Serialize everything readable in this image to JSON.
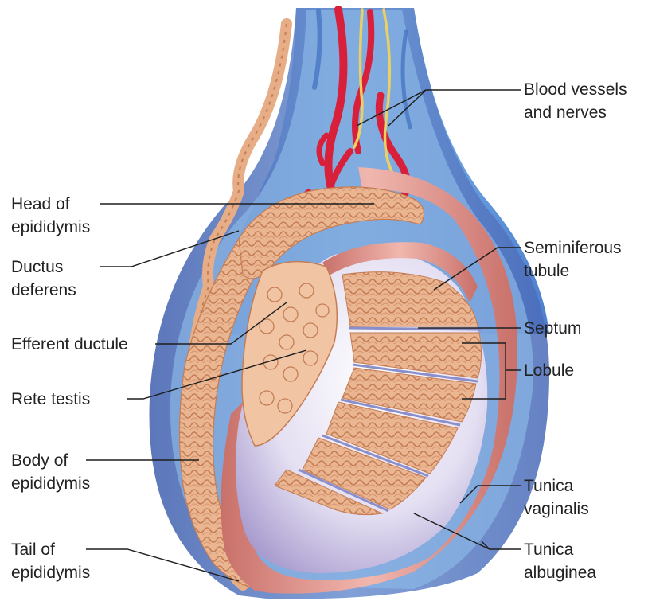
{
  "labels": {
    "blood_vessels": {
      "line1": "Blood vessels",
      "line2": "and nerves"
    },
    "head_epididymis": {
      "line1": "Head of",
      "line2": "epididymis"
    },
    "ductus_deferens": {
      "line1": "Ductus",
      "line2": "deferens"
    },
    "seminiferous_tubule": {
      "line1": "Seminiferous",
      "line2": "tubule"
    },
    "septum": {
      "line1": "Septum"
    },
    "efferent_ductule": {
      "line1": "Efferent ductule"
    },
    "lobule": {
      "line1": "Lobule"
    },
    "rete_testis": {
      "line1": "Rete testis"
    },
    "body_epididymis": {
      "line1": "Body of",
      "line2": "epididymis"
    },
    "tunica_vaginalis": {
      "line1": "Tunica",
      "line2": "vaginalis"
    },
    "tunica_albuginea": {
      "line1": "Tunica",
      "line2": "albuginea"
    },
    "tail_epididymis": {
      "line1": "Tail of",
      "line2": "epididymis"
    }
  },
  "colors": {
    "outer_blue": "#5b7fc4",
    "inner_blue": "#6aa8de",
    "tissue_peach": "#e9b08a",
    "tubule_line": "#c98559",
    "tunica_pink": "#d98a80",
    "albuginea_lavender": "#d8d0ea",
    "artery_red": "#d8203a",
    "nerve_yellow": "#ecd060"
  }
}
